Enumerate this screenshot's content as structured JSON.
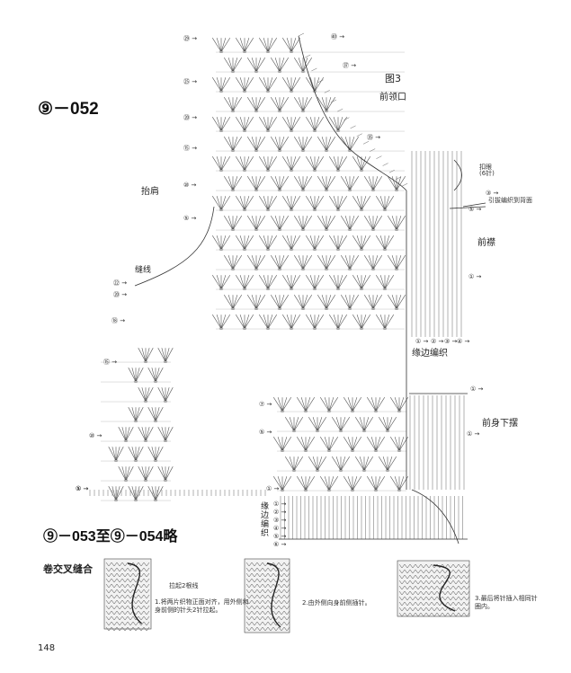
{
  "title_code": "⑨－052",
  "figure_label": "图3",
  "labels": {
    "front_neck": "前领口",
    "shoulder": "抬肩",
    "seam_line": "缝线",
    "placket": "前襟",
    "border_ribbing": "缘边编织",
    "front_hem": "前身下摆",
    "border_ribbing_vertical": "缘边编织",
    "pickup": "扣眼\n(6针)",
    "pickup_note": "引拔编织到背面"
  },
  "row_marks": {
    "upper_left": [
      "㉙",
      "㉕",
      "⑳",
      "⑮",
      "⑩",
      "⑤"
    ],
    "neck": [
      "㊵",
      "㊲",
      "㉟"
    ],
    "armhole": [
      "㉒",
      "⑳",
      "⑱"
    ],
    "right_edge": [
      "⑤",
      "③",
      "①"
    ],
    "placket_bottom": [
      "①",
      "②",
      "③",
      "④"
    ],
    "left_piece": [
      "⑮",
      "⑩",
      "⑤",
      "①"
    ],
    "center_piece": [
      "⑦",
      "⑤",
      "①"
    ],
    "border_rows": [
      "①",
      "②",
      "③",
      "④",
      "⑤",
      "⑥"
    ],
    "right_ones": [
      "①",
      "①"
    ]
  },
  "bottom_code": "⑨－053至⑨－054略",
  "seam_section": {
    "title": "卷交叉缝合",
    "step1_tag": "拉起2根线",
    "step1": "1.将两片织物正面对齐，用外侧和身前侧的针头2针拉起。",
    "step2": "2.由外侧向身前侧插针。",
    "step3": "3.最后将针插入相同针圈内。"
  },
  "page_number": "148"
}
